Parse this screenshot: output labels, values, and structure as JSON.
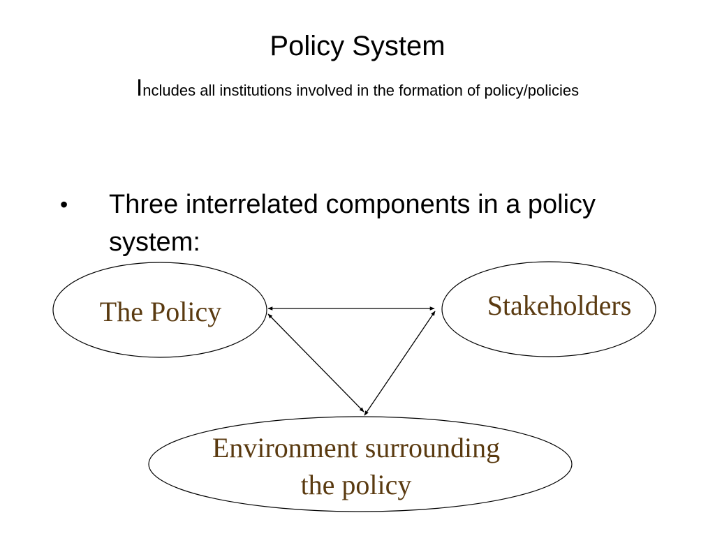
{
  "slide": {
    "title": "Policy System",
    "subtitle_initial": "I",
    "subtitle_rest": "ncludes all institutions involved in the formation of policy/policies",
    "bullet_marker": "•",
    "bullet_text": "Three interrelated components in a policy system:"
  },
  "diagram": {
    "label_color": "#5a3a10",
    "nodes": {
      "policy": {
        "label": "The Policy"
      },
      "stakeholders": {
        "label": "Stakeholders"
      },
      "environment": {
        "line1": "Environment surrounding",
        "line2": "the policy"
      }
    }
  }
}
